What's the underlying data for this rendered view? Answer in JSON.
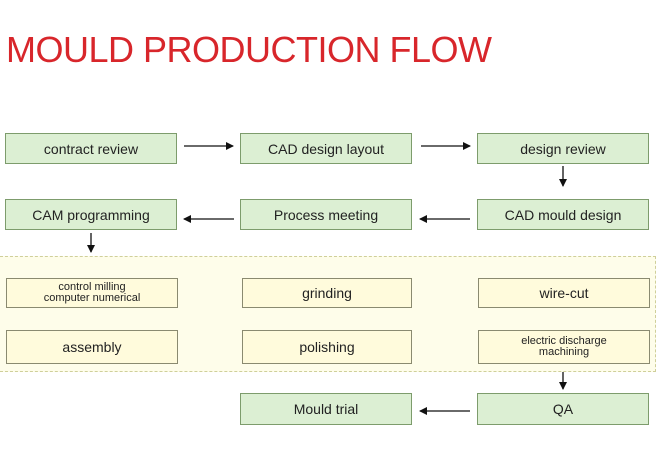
{
  "title": "MOULD PRODUCTION FLOW",
  "steps": {
    "contract_review": "contract review",
    "cad_design_layout": "CAD design layout",
    "design_review": "design review",
    "cam_programming": "CAM programming",
    "process_meeting": "Process meeting",
    "cad_mould_design": "CAD mould design",
    "cnc_line1": "control milling",
    "cnc_line2": "computer numerical",
    "grinding": "grinding",
    "wire_cut": "wire-cut",
    "assembly": "assembly",
    "polishing": "polishing",
    "edm_line1": "electric discharge",
    "edm_line2": "machining",
    "mould_trial": "Mould trial",
    "qa": "QA"
  },
  "colors": {
    "title": "#d8262b",
    "step_fill": "#dcefd3",
    "machining_fill": "#fffbdc",
    "band_fill": "#fefdea"
  }
}
